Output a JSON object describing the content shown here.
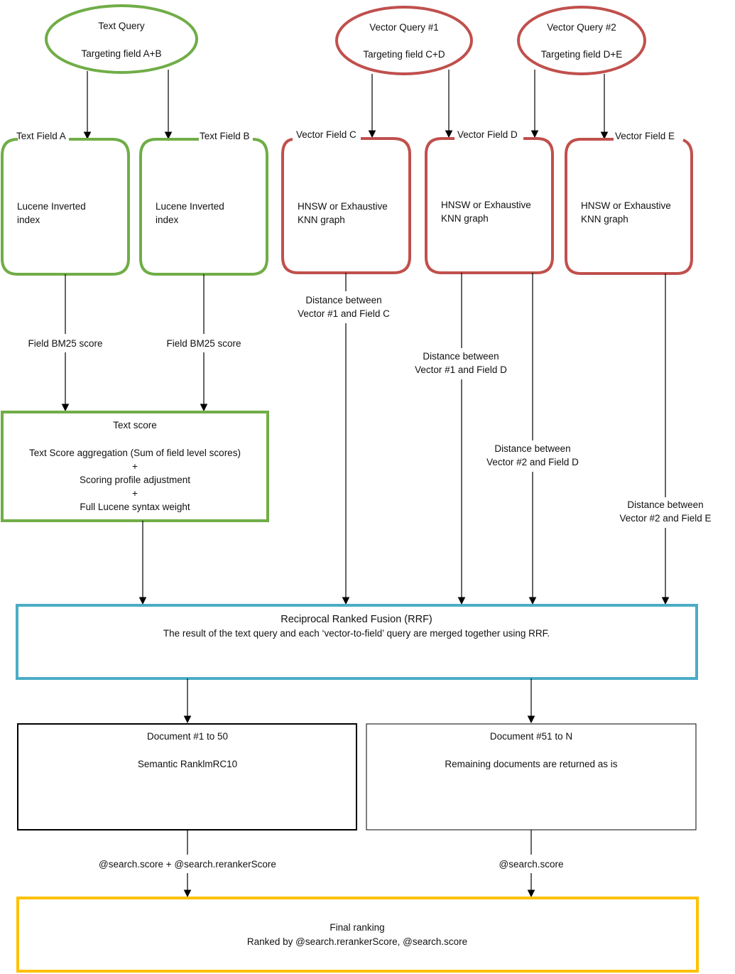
{
  "colors": {
    "text_query": "#70ad47",
    "vector_query": "#c0504d",
    "rrf": "#4bacc6",
    "final": "#ffc000",
    "document": "#000000",
    "arrow": "#000000"
  },
  "queries": {
    "text": {
      "title": "Text Query",
      "subtitle": "Targeting field A+B"
    },
    "vector1": {
      "title": "Vector Query #1",
      "subtitle": "Targeting field C+D"
    },
    "vector2": {
      "title": "Vector Query #2",
      "subtitle": "Targeting field D+E"
    }
  },
  "fields": {
    "a": {
      "label": "Text Field A",
      "line1": "Lucene Inverted",
      "line2": "index"
    },
    "b": {
      "label": "Text Field B",
      "line1": "Lucene Inverted",
      "line2": "index"
    },
    "c": {
      "label": "Vector Field C",
      "line1": "HNSW or Exhaustive",
      "line2": "KNN graph"
    },
    "d": {
      "label": "Vector Field D",
      "line1": "HNSW or Exhaustive",
      "line2": "KNN graph"
    },
    "e": {
      "label": "Vector Field E",
      "line1": "HNSW or Exhaustive",
      "line2": "KNN graph"
    }
  },
  "edge_labels": {
    "bm25_a": "Field BM25 score",
    "bm25_b": "Field BM25 score",
    "dist_c1": "Distance between",
    "dist_c2": "Vector #1 and Field C",
    "dist_d1_1": "Distance between",
    "dist_d1_2": "Vector #1 and Field D",
    "dist_d2_1": "Distance between",
    "dist_d2_2": "Vector #2 and Field D",
    "dist_e1": "Distance between",
    "dist_e2": "Vector #2 and Field E",
    "score_left": "@search.score + @search.rerankerScore",
    "score_right": "@search.score"
  },
  "text_score": {
    "title": "Text score",
    "line1": "Text Score aggregation (Sum of field level scores)",
    "plus1": "+",
    "line2": "Scoring profile adjustment",
    "plus2": "+",
    "line3": "Full Lucene syntax weight"
  },
  "rrf": {
    "title": "Reciprocal Ranked Fusion (RRF)",
    "description": "The result of the text query and each ‘vector-to-field’ query are merged together using RRF."
  },
  "documents": {
    "top": {
      "title": "Document #1 to 50",
      "body": "Semantic RanklmRC10"
    },
    "rest": {
      "title": "Document #51 to N",
      "body": "Remaining documents are returned as is"
    }
  },
  "final": {
    "title": "Final ranking",
    "body": "Ranked by @search.rerankerScore, @search.score"
  }
}
